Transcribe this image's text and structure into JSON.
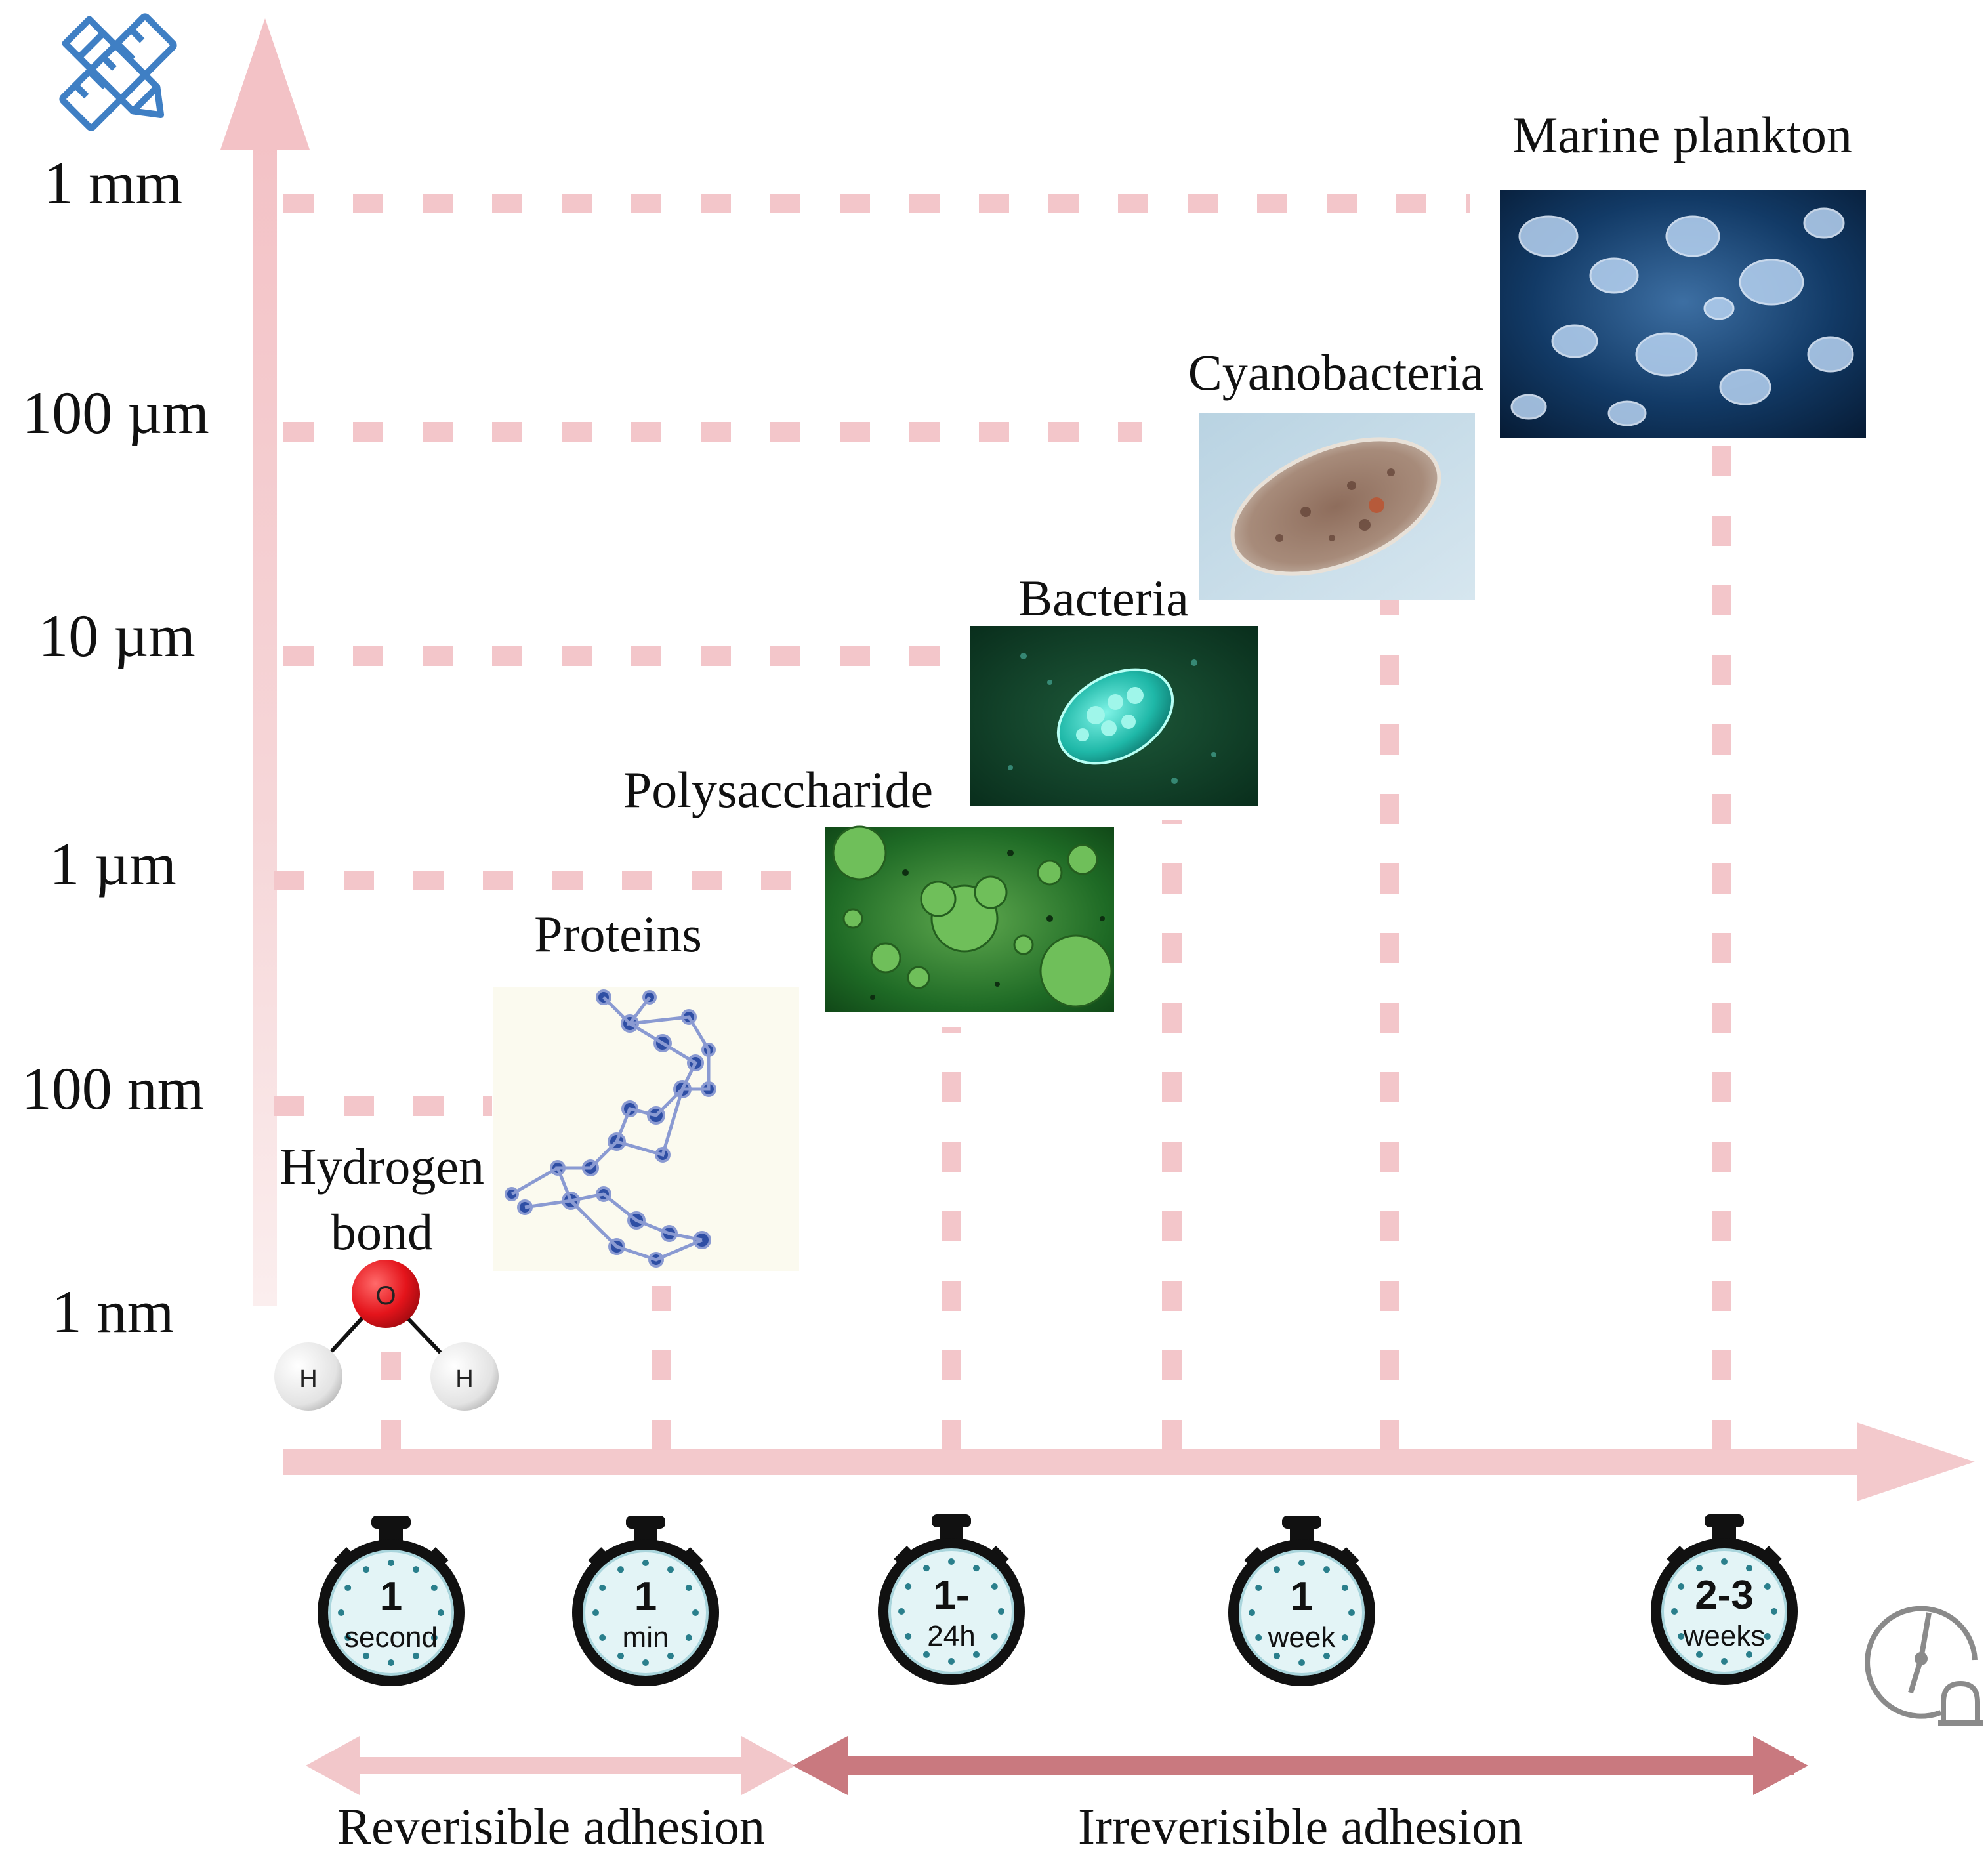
{
  "size_axis": {
    "ticks": [
      "1 nm",
      "100 nm",
      "1 µm",
      "10 µm",
      "100 µm",
      "1 mm"
    ]
  },
  "organisms": [
    {
      "id": "hydrogen-bond",
      "label_lines": [
        "Hydrogen",
        "bond"
      ]
    },
    {
      "id": "proteins",
      "label_lines": [
        "Proteins"
      ]
    },
    {
      "id": "polysaccharide",
      "label_lines": [
        "Polysaccharide"
      ]
    },
    {
      "id": "bacteria",
      "label_lines": [
        "Bacteria"
      ]
    },
    {
      "id": "cyanobacteria",
      "label_lines": [
        "Cyanobacteria"
      ]
    },
    {
      "id": "marine-plankton",
      "label_lines": [
        "Marine plankton"
      ]
    }
  ],
  "molecule": {
    "center_atom": "O",
    "side_atoms": [
      "H",
      "H"
    ]
  },
  "time_axis": {
    "stopwatches": [
      {
        "top": "1",
        "bottom": "second"
      },
      {
        "top": "1",
        "bottom": "min"
      },
      {
        "top": "1-",
        "bottom": "24h"
      },
      {
        "top": "1",
        "bottom": "week"
      },
      {
        "top": "2-3",
        "bottom": "weeks"
      }
    ]
  },
  "adhesion": {
    "reversible": "Reverisible adhesion",
    "irreversible": "Irreverisible adhesion"
  },
  "colors": {
    "axis": "#f3c9cc",
    "guide": "#f3c6ca",
    "reversible_arrow": "#f2c7ca",
    "irreversible_arrow": "#c9797f",
    "icon_blue": "#3f7fc4",
    "clock_face": "#e3f4f6",
    "oxygen": "#e4141b"
  },
  "icons": [
    "ruler-pencil-icon",
    "stopwatch-icon",
    "clock-bell-icon"
  ]
}
